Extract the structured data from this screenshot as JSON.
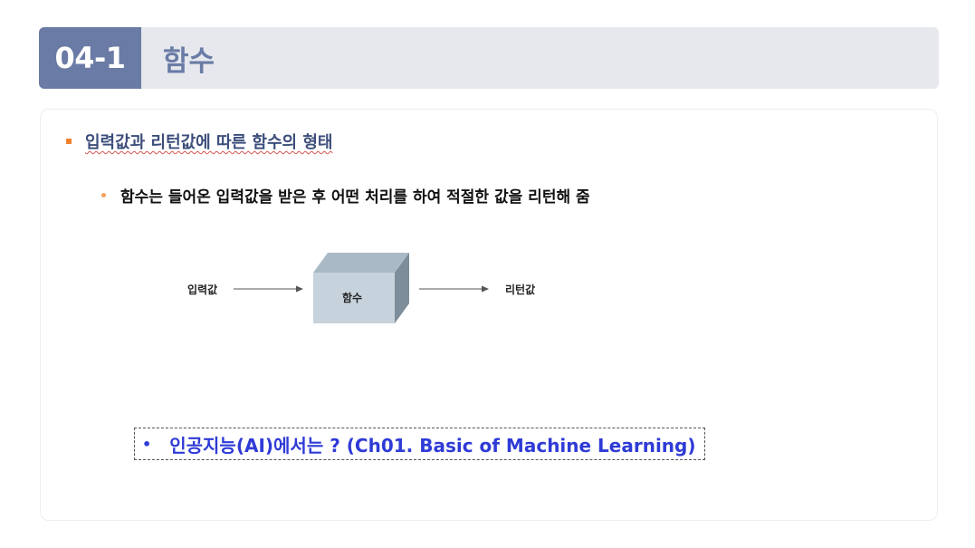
{
  "header": {
    "section_number": "04-1",
    "title": "함수"
  },
  "content": {
    "heading_prefix": "",
    "heading": "입력값과 리턴값에 따른 함수의 형태",
    "bullet": "함수는 들어온 입력값을 받은 후 어떤 처리를 하여 적절한 값을 리턴해 줌",
    "diagram": {
      "input_label": "입력값",
      "box_label": "함수",
      "output_label": "리턴값"
    },
    "callout": "인공지능(AI)에서는 ? (Ch01. Basic of Machine Learning)",
    "callout_bullet": "•"
  },
  "colors": {
    "badge_bg": "#6a7ba5",
    "header_bg": "#e6e8ee",
    "heading_text": "#3d4e7b",
    "accent_orange": "#f0822d",
    "callout_text": "#2f3bd6",
    "box_front": "#c6d3dc",
    "box_top": "#a9bac6",
    "box_side": "#7d8d99"
  }
}
